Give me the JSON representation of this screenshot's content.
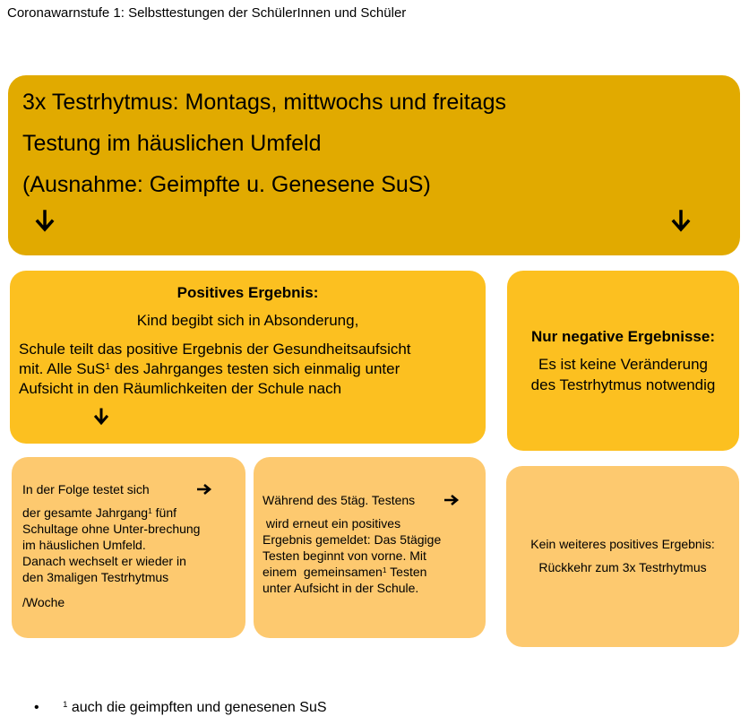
{
  "title": "Coronawarnstufe 1: Selbsttestungen der SchülerInnen und Schüler",
  "top": {
    "line1": "3x Testrhytmus: Montags, mittwochs und freitags",
    "line2": "Testung im häuslichen Umfeld",
    "line3": "(Ausnahme: Geimpfte u. Genesene SuS)"
  },
  "positive": {
    "heading": "Positives Ergebnis:",
    "line1": "Kind begibt sich in Absonderung,",
    "line2": "Schule teilt das positive Ergebnis der Gesundheitsaufsicht",
    "line3a": "mit. Alle SuS",
    "sup": "1",
    "line3b": "  des Jahrganges testen sich einmalig unter",
    "line4": "Aufsicht in den Räumlichkeiten der Schule nach"
  },
  "negative": {
    "heading": "Nur negative Ergebnisse:",
    "line1": "Es ist keine Veränderung",
    "line2": "des Testrhytmus notwendig"
  },
  "box1": {
    "line1": "In der Folge testet sich",
    "line2a": "der gesamte Jahrgang",
    "sup": "1",
    "line2b": " fünf",
    "line3": "Schultage ohne Unter-brechung",
    "line4": "im häuslichen Umfeld.",
    "line5": "Danach wechselt er wieder in",
    "line6": "den 3maligen Testrhytmus",
    "line7": "/Woche"
  },
  "box2": {
    "line1": "Während des 5täg. Testens",
    "line2": " wird erneut ein positives",
    "line3": "Ergebnis gemeldet: Das 5tägige",
    "line4": "Testen beginnt von vorne. Mit",
    "line5a": "einem  gemeinsamen",
    "sup": "1",
    "line5b": " Testen",
    "line6": "unter Aufsicht in der Schule."
  },
  "box3": {
    "line1": "Kein weiteres positives Ergebnis:",
    "line2": "Rückkehr zum 3x Testrhytmus"
  },
  "footnote": {
    "bullet": "•",
    "sup": "1",
    "text": " auch die geimpften und genesenen SuS"
  },
  "icons": {
    "down": "down-arrow-icon",
    "right": "right-arrow-icon"
  }
}
